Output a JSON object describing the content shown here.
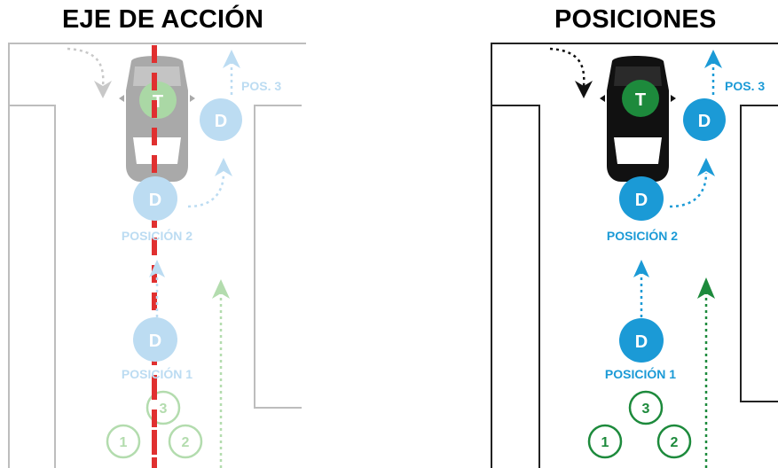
{
  "left_panel": {
    "title": "EJE DE ACCIÓN",
    "labels": {
      "pos3": "POS. 3",
      "pos2": "POSICIÓN 2",
      "pos1": "POSICIÓN 1"
    },
    "markers": {
      "target": "T",
      "defender": "D",
      "n1": "1",
      "n2": "2",
      "n3": "3"
    },
    "colors": {
      "blue": "#bcdcf2",
      "green": "#b3dcae",
      "green_fill": "#aad8a5",
      "car": "#a9a9a9",
      "axis": "#e03030",
      "wall": "#bdbdbd"
    }
  },
  "right_panel": {
    "title": "POSICIONES",
    "labels": {
      "pos3": "POS. 3",
      "pos2": "POSICIÓN 2",
      "pos1": "POSICIÓN 1"
    },
    "markers": {
      "target": "T",
      "defender": "D",
      "n1": "1",
      "n2": "2",
      "n3": "3"
    },
    "colors": {
      "blue": "#1b9ad6",
      "green": "#1d8a3c",
      "green_fill": "#1d8a3c",
      "car": "#111111",
      "wall": "#222222"
    }
  }
}
